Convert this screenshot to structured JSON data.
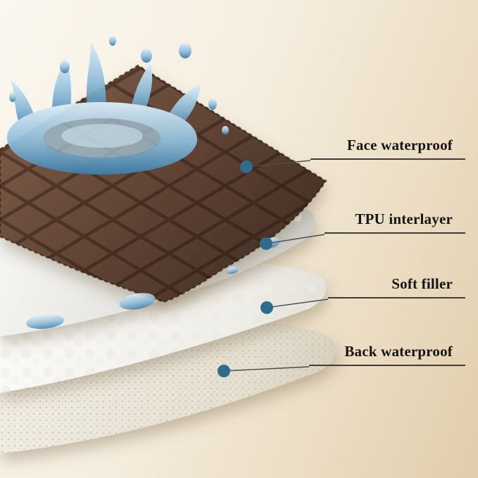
{
  "figure": {
    "kind": "product-layer-infographic",
    "layer_count": 4
  },
  "labels": [
    {
      "text": "Face waterproof"
    },
    {
      "text": "TPU interlayer"
    },
    {
      "text": "Soft filler"
    },
    {
      "text": "Back waterproof"
    }
  ],
  "colors": {
    "background_left": "#fbf7ef",
    "background_right": "#e0cdab",
    "dot": "#2f6b8a",
    "leader_line": "#4c4c4c",
    "label_text": "#141414",
    "face_layer_brown": "#5e4233",
    "tpu_layer": "#e4e3de",
    "soft_filler": "#f4f2ed",
    "back_layer": "#e7e1d3",
    "water_blue": "#5b97bd"
  }
}
